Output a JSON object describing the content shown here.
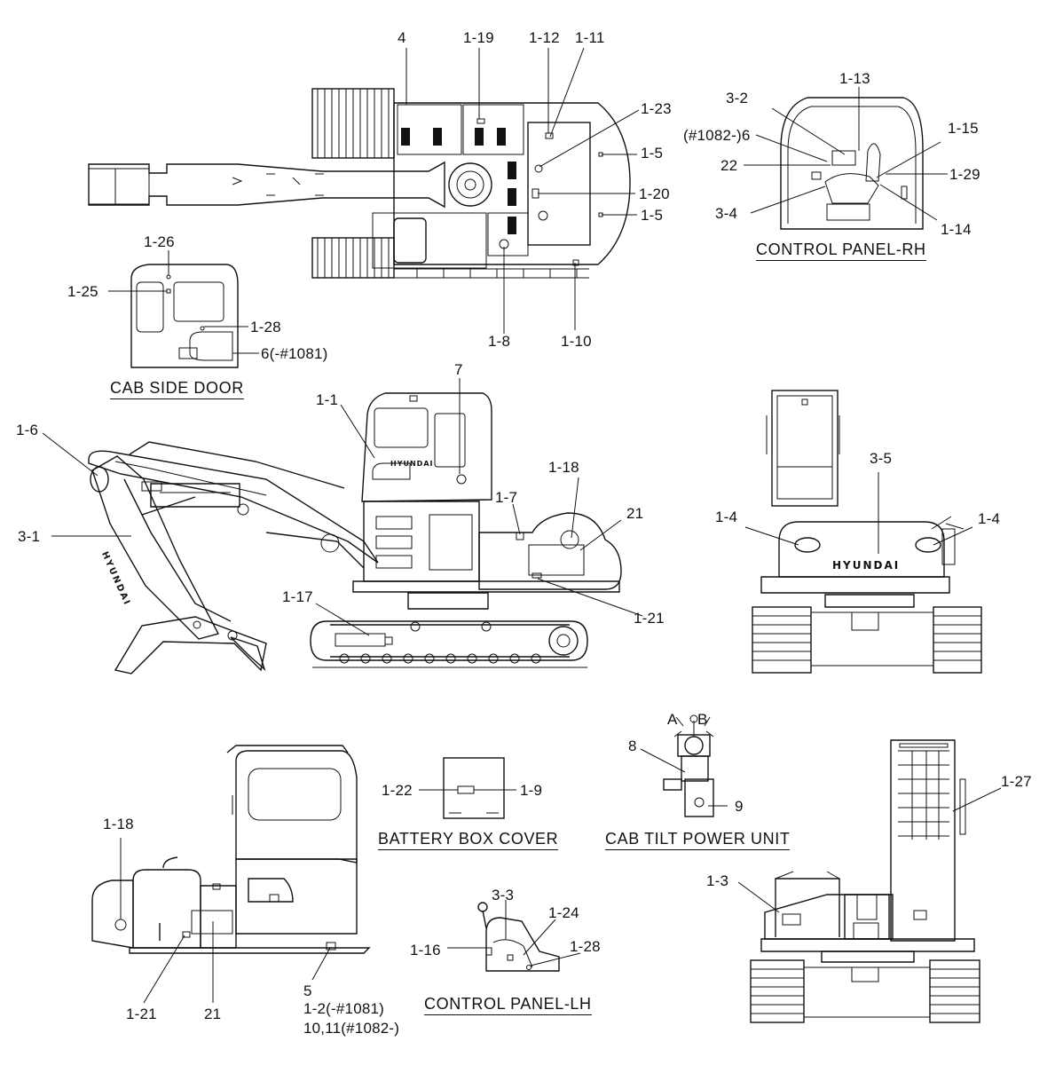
{
  "titles": {
    "cab_side_door": "CAB SIDE DOOR",
    "control_panel_rh": "CONTROL PANEL-RH",
    "battery_box_cover": "BATTERY BOX COVER",
    "cab_tilt_power_unit": "CAB TILT POWER UNIT",
    "control_panel_lh": "CONTROL PANEL-LH"
  },
  "brand": {
    "rear": "HYUNDAI",
    "boom": "HYUNDAI"
  },
  "callouts": {
    "top": [
      "4",
      "1-19",
      "1-12",
      "1-11",
      "1-23",
      "1-5",
      "1-20",
      "1-5",
      "1-8",
      "1-10"
    ],
    "cab_door": [
      "1-26",
      "1-25",
      "1-28",
      "6(-#1081)"
    ],
    "rh_panel": [
      "1-13",
      "3-2",
      "(#1082-)6",
      "1-15",
      "22",
      "1-29",
      "3-4",
      "1-14"
    ],
    "side": [
      "1-1",
      "7",
      "1-6",
      "1-18",
      "1-7",
      "21",
      "3-1",
      "1-17",
      "1-21"
    ],
    "rear": [
      "3-5",
      "1-4",
      "1-4"
    ],
    "left_side": [
      "1-18",
      "1-21",
      "21",
      "5",
      "1-2(-#1081)",
      "10,11(#1082-)"
    ],
    "battery": [
      "1-22",
      "1-9"
    ],
    "tilt": [
      "A",
      "B",
      "8",
      "9"
    ],
    "lh_panel": [
      "3-3",
      "1-24",
      "1-16",
      "1-28"
    ],
    "front": [
      "1-27",
      "1-3"
    ]
  }
}
